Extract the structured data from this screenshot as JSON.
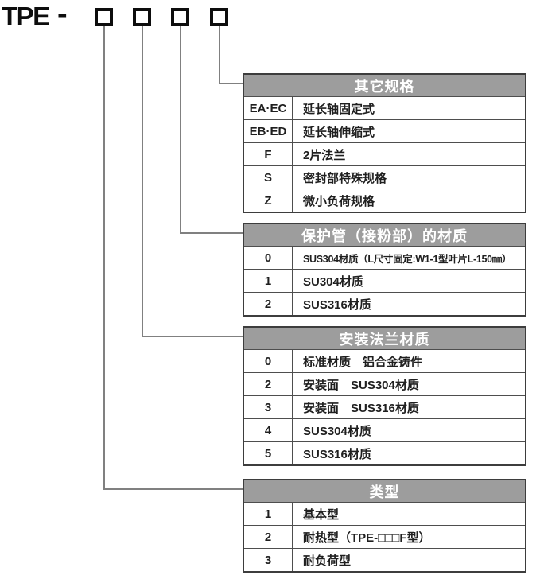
{
  "model_code": {
    "prefix": "TPE",
    "separator": "-",
    "digit_placeholders": 4
  },
  "tables": [
    {
      "id": "other-specs",
      "title": "其它规格",
      "rows": [
        {
          "code": "EA·EC",
          "desc": "延长轴固定式"
        },
        {
          "code": "EB·ED",
          "desc": "延长轴伸缩式"
        },
        {
          "code": "F",
          "desc": "2片法兰"
        },
        {
          "code": "S",
          "desc": "密封部特殊规格"
        },
        {
          "code": "Z",
          "desc": "微小负荷规格"
        }
      ]
    },
    {
      "id": "protection-tube-material",
      "title": "保护管（接粉部）的材质",
      "rows": [
        {
          "code": "0",
          "desc": "SUS304材质（L尺寸固定:W1-1型叶片L-150㎜）"
        },
        {
          "code": "1",
          "desc": "SU304材质"
        },
        {
          "code": "2",
          "desc": "SUS316材质"
        }
      ]
    },
    {
      "id": "mounting-flange-material",
      "title": "安装法兰材质",
      "rows": [
        {
          "code": "0",
          "desc": "标准材质　铝合金铸件"
        },
        {
          "code": "2",
          "desc": "安装面　SUS304材质"
        },
        {
          "code": "3",
          "desc": "安装面　SUS316材质"
        },
        {
          "code": "4",
          "desc": "SUS304材质"
        },
        {
          "code": "5",
          "desc": "SUS316材质"
        }
      ]
    },
    {
      "id": "type",
      "title": "类型",
      "rows": [
        {
          "code": "1",
          "desc": "基本型"
        },
        {
          "code": "2",
          "desc": "耐热型（TPE-□□□F型）"
        },
        {
          "code": "3",
          "desc": "耐负荷型"
        }
      ]
    }
  ],
  "colors": {
    "header_bg": "#9d9d9d",
    "header_text": "#ffffff",
    "table_border": "#3d3d3d",
    "row_divider": "#4e4e4e",
    "connector": "#808080",
    "text": "#1f1f1f"
  }
}
